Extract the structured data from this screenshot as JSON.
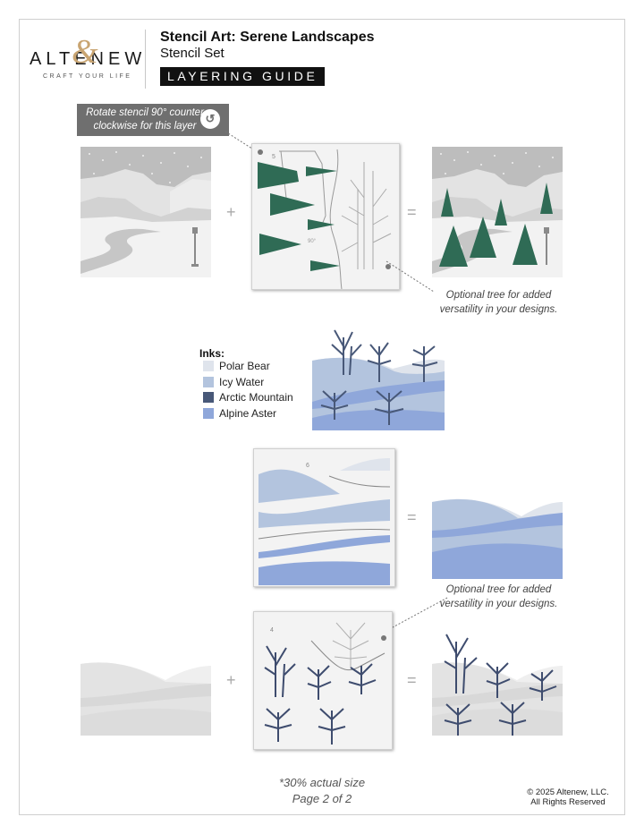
{
  "brand": {
    "logo_word": "ALTENEW",
    "logo_amp": "&",
    "tagline": "CRAFT YOUR LIFE",
    "accent_color": "#c9a572"
  },
  "header": {
    "title": "Stencil Art: Serene Landscapes",
    "subtitle": "Stencil Set",
    "badge": "LAYERING GUIDE"
  },
  "steps": [
    {
      "note": "Rotate stencil 90° counter clockwise for this layer",
      "note_icon": "rotate-ccw-icon",
      "stencil_number": "5",
      "stencil_mark": "90°",
      "operator_plus": "+",
      "operator_equals": "=",
      "caption_line1": "Optional tree for added",
      "caption_line2": "versatility in your designs."
    },
    {
      "stencil_number": "6",
      "operator_equals": "=",
      "caption_line1": "Optional tree for added",
      "caption_line2": "versatility in your designs."
    },
    {
      "stencil_number": "4",
      "operator_plus": "+",
      "operator_equals": "="
    }
  ],
  "inks": {
    "label": "Inks:",
    "items": [
      {
        "name": "Polar Bear",
        "color": "#dfe4ec"
      },
      {
        "name": "Icy Water",
        "color": "#b3c4de"
      },
      {
        "name": "Arctic Mountain",
        "color": "#485878"
      },
      {
        "name": "Alpine Aster",
        "color": "#8fa7da"
      }
    ]
  },
  "colors": {
    "tree_green": "#2f6b55",
    "stencil_gray": "#9a9a9a",
    "sky_gray": "#bdbdbd"
  },
  "footer": {
    "size_note": "*30% actual size",
    "page": "Page 2 of 2",
    "copyright_line1": "© 2025 Altenew, LLC.",
    "copyright_line2": "All Rights Reserved"
  }
}
